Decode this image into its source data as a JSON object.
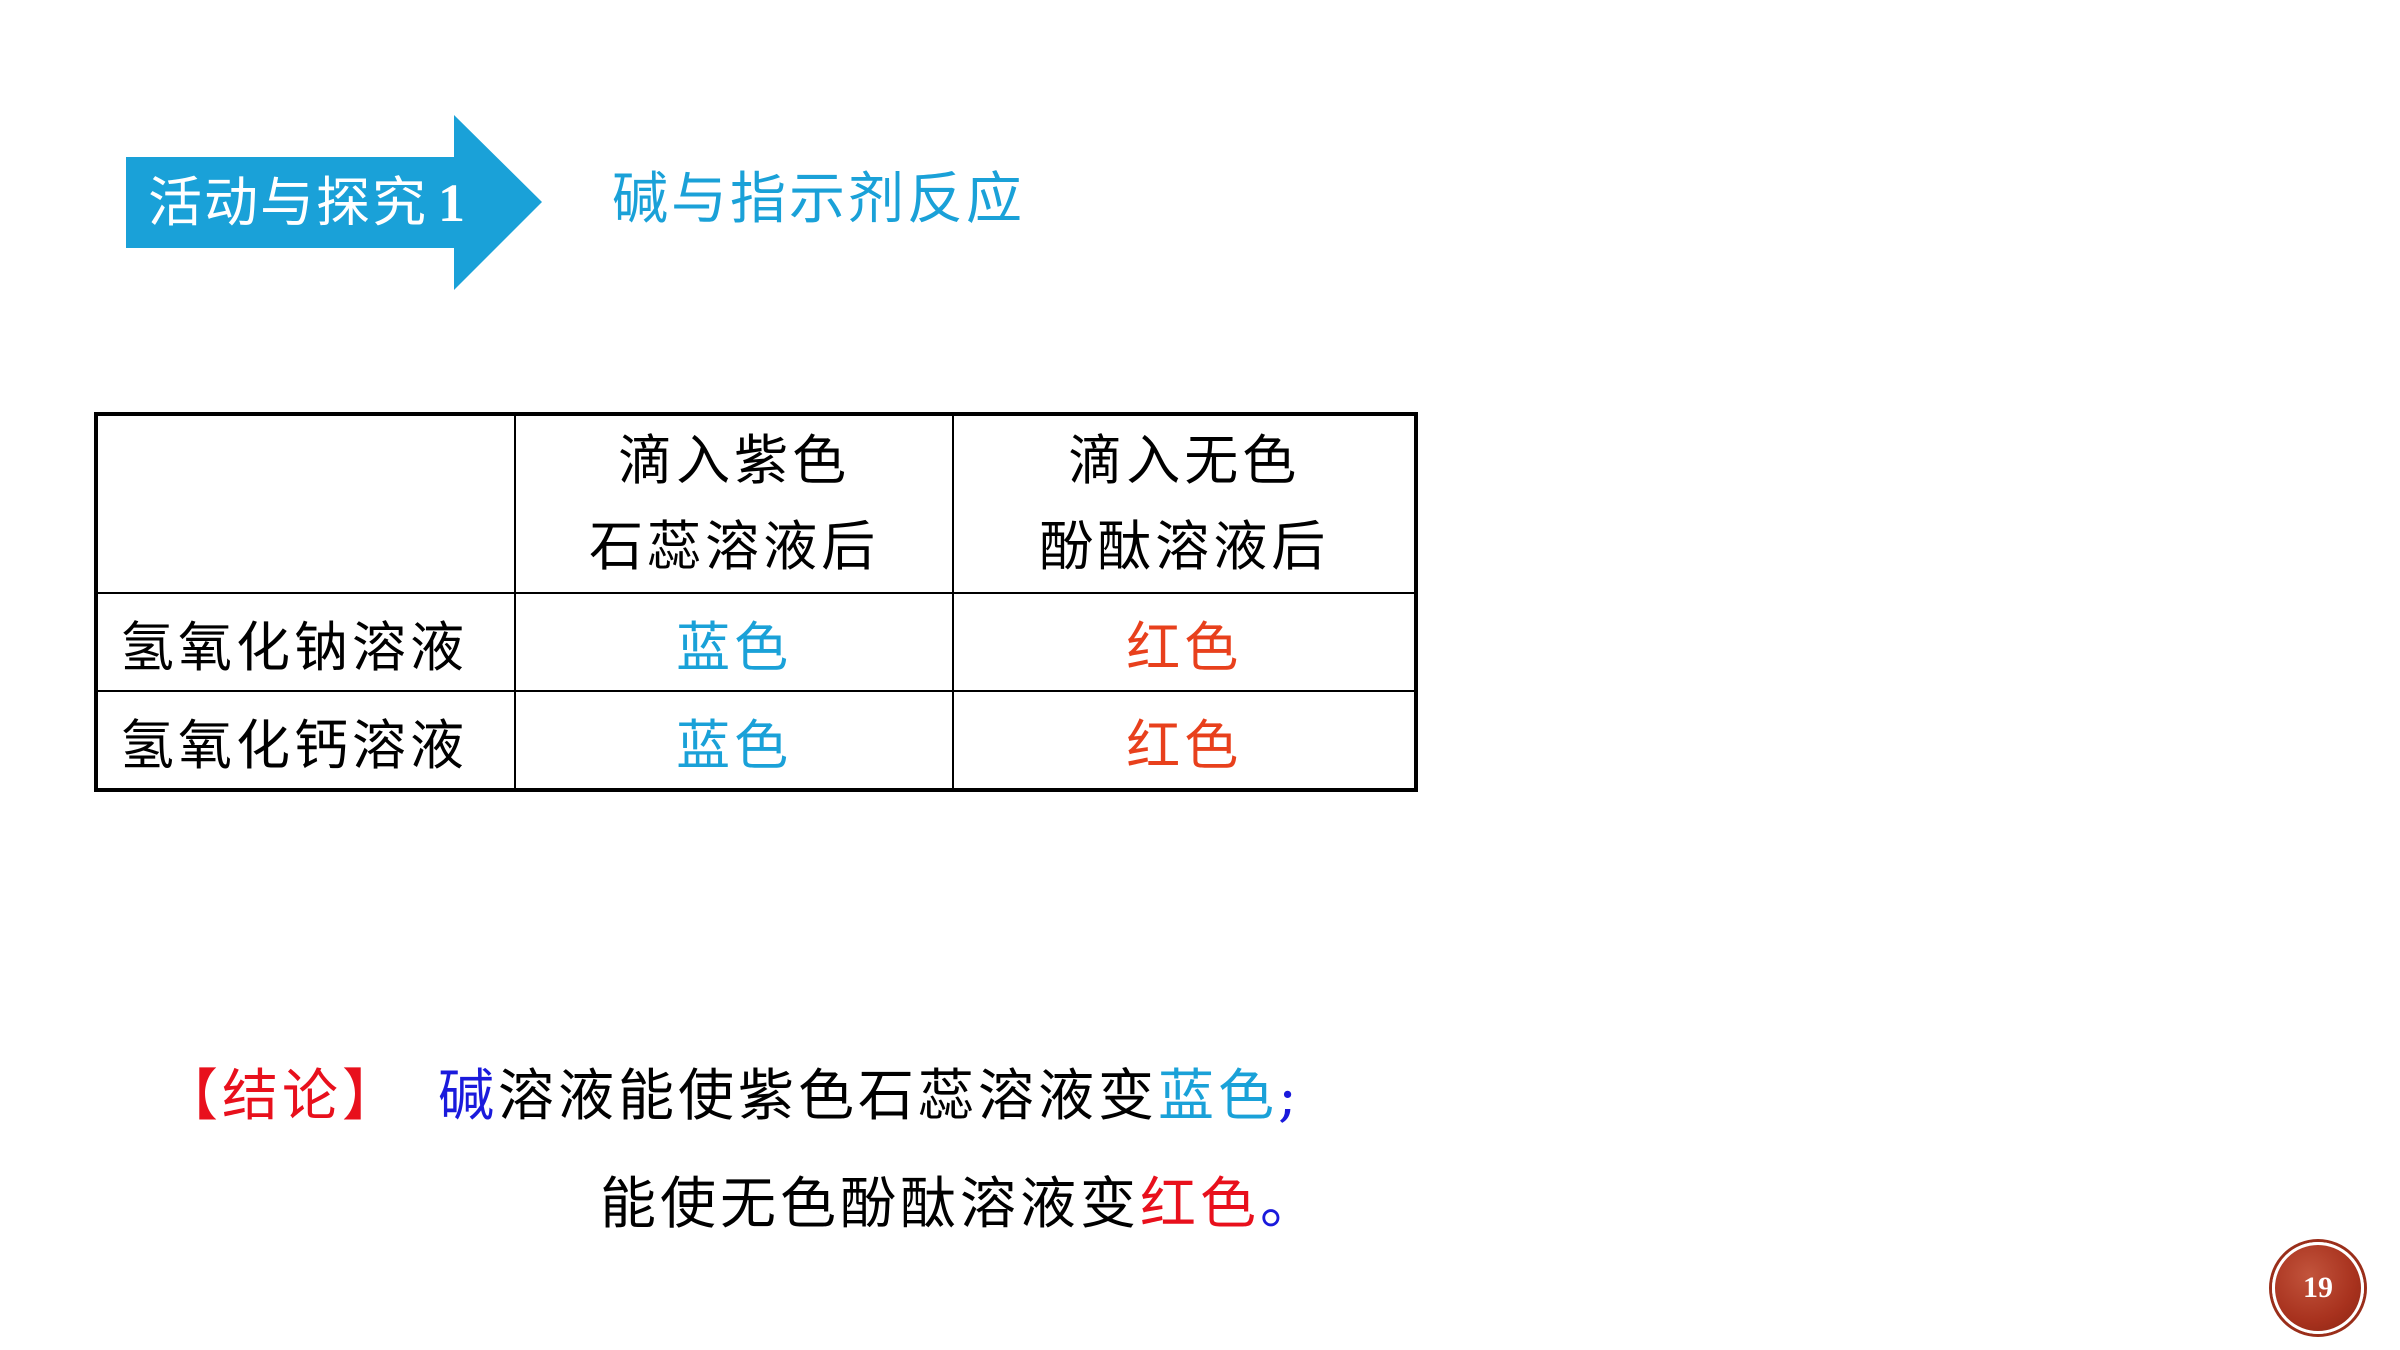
{
  "banner": {
    "label": "活动与探究",
    "number": "1",
    "color": "#1aa1d8"
  },
  "topic": {
    "title": "碱与指示剂反应"
  },
  "table": {
    "headers": [
      "",
      [
        "滴入紫色",
        "石蕊溶液后"
      ],
      [
        "滴入无色",
        "酚酞溶液后"
      ]
    ],
    "rows": [
      {
        "substance": "氢氧化钠溶液",
        "litmus": "蓝色",
        "phenolphthalein": "红色"
      },
      {
        "substance": "氢氧化钙溶液",
        "litmus": "蓝色",
        "phenolphthalein": "红色"
      }
    ]
  },
  "conclusion": {
    "tag": "【结论】",
    "line1": {
      "subject": "碱",
      "text": "溶液能使紫色石蕊溶液变",
      "result": "蓝色",
      "end": ";"
    },
    "line2": {
      "text": "能使无色酚酞溶液变",
      "result": "红色",
      "end": "。"
    }
  },
  "page": {
    "number": "19"
  },
  "colors": {
    "accent_blue": "#1aa1d8",
    "result_red": "#e8401c",
    "tag_red": "#e8101c",
    "navy": "#1a1adc",
    "badge": "#a8321e"
  }
}
